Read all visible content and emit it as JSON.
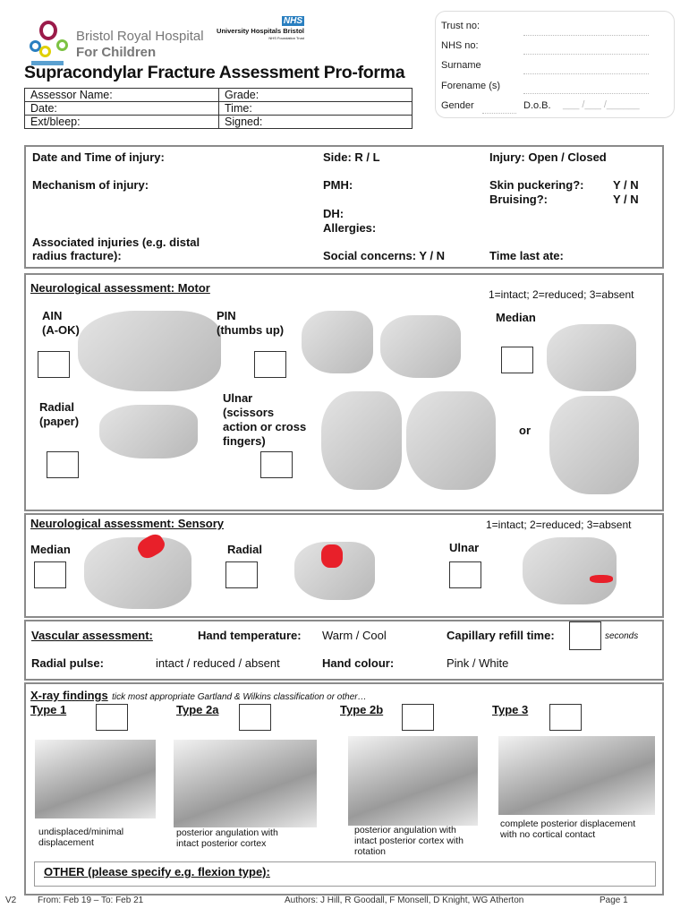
{
  "header": {
    "hospital_line1": "Bristol Royal Hospital",
    "hospital_line2": "For Children",
    "nhs_badge": "NHS",
    "trust_name": "University Hospitals Bristol",
    "trust_sub": "NHS Foundation Trust",
    "title": "Supracondylar Fracture Assessment Pro-forma"
  },
  "patient": {
    "trust_no": "Trust no:",
    "nhs_no": "NHS no:",
    "surname": "Surname",
    "forenames": "Forename (s)",
    "gender": "Gender",
    "dob": "D.o.B.",
    "dob_sep": "___ /___ /______"
  },
  "assessor": {
    "name": "Assessor Name:",
    "grade": "Grade:",
    "date": "Date:",
    "time": "Time:",
    "ext": "Ext/bleep:",
    "signed": "Signed:"
  },
  "injury": {
    "date_time": "Date and Time of injury:",
    "side": "Side:   R / L",
    "open_closed": "Injury: Open / Closed",
    "mechanism": "Mechanism of injury:",
    "pmh": "PMH:",
    "skin": "Skin puckering?:",
    "skin_yn": "Y / N",
    "bruising": "Bruising?:",
    "bruising_yn": "Y / N",
    "dh": "DH:",
    "allergies": "Allergies:",
    "associated1": "Associated injuries (e.g. distal",
    "associated2": "radius fracture):",
    "social": "Social concerns: Y / N",
    "last_ate": "Time last ate:"
  },
  "motor": {
    "title": "Neurological assessment: Motor",
    "scale": "1=intact; 2=reduced; 3=absent",
    "ain1": "AIN",
    "ain2": "(A-OK)",
    "pin1": "PIN",
    "pin2": "(thumbs up)",
    "median": "Median",
    "radial1": "Radial",
    "radial2": "(paper)",
    "ulnar1": "Ulnar",
    "ulnar2": "(scissors",
    "ulnar3": "action or cross",
    "ulnar4": "fingers)",
    "or": "or"
  },
  "sensory": {
    "title": "Neurological assessment: Sensory",
    "scale": "1=intact; 2=reduced; 3=absent",
    "median": "Median",
    "radial": "Radial",
    "ulnar": "Ulnar"
  },
  "vascular": {
    "title": "Vascular assessment:",
    "hand_temp": "Hand temperature:",
    "hand_temp_opts": "Warm / Cool",
    "cap_refill": "Capillary refill time:",
    "seconds": "seconds",
    "radial_pulse": "Radial pulse:",
    "radial_opts": "intact / reduced / absent",
    "hand_colour": "Hand colour:",
    "colour_opts": "Pink / White"
  },
  "xray": {
    "title": "X-ray findings",
    "subtitle": "tick most appropriate Gartland & Wilkins classification or other…",
    "types": [
      {
        "label": "Type 1",
        "desc": "undisplaced/minimal displacement"
      },
      {
        "label": "Type 2a",
        "desc": "posterior angulation with intact posterior cortex"
      },
      {
        "label": "Type 2b",
        "desc": "posterior angulation with intact posterior cortex with rotation"
      },
      {
        "label": "Type 3",
        "desc": "complete posterior displacement with no cortical contact"
      }
    ],
    "other": "OTHER (please specify e.g. flexion type):"
  },
  "footer": {
    "version": "V2",
    "dates": "From: Feb 19 – To: Feb 21",
    "authors": "Authors: J Hill, R Goodall, F Monsell, D Knight, WG Atherton",
    "page": "Page 1"
  }
}
